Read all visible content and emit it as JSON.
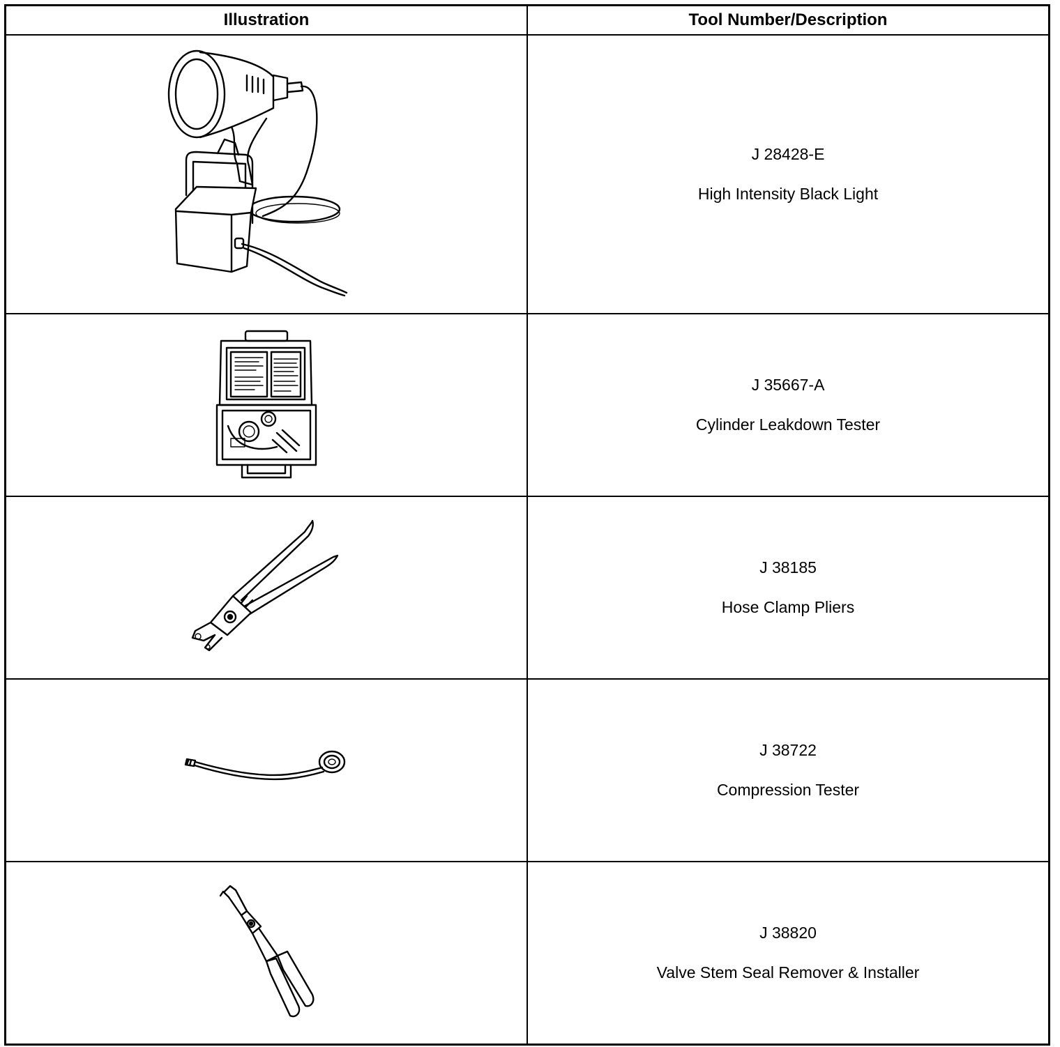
{
  "table": {
    "headers": {
      "illustration": "Illustration",
      "tool": "Tool Number/Description"
    },
    "rows": [
      {
        "icon": "black-light-illustration",
        "number": "J 28428-E",
        "name": "High Intensity Black Light"
      },
      {
        "icon": "leakdown-tester-case-illustration",
        "number": "J 35667-A",
        "name": "Cylinder Leakdown Tester"
      },
      {
        "icon": "hose-clamp-pliers-illustration",
        "number": "J 38185",
        "name": "Hose Clamp Pliers"
      },
      {
        "icon": "compression-tester-illustration",
        "number": "J 38722",
        "name": "Compression Tester"
      },
      {
        "icon": "valve-stem-seal-tool-illustration",
        "number": "J 38820",
        "name": "Valve Stem Seal Remover & Installer"
      }
    ]
  }
}
